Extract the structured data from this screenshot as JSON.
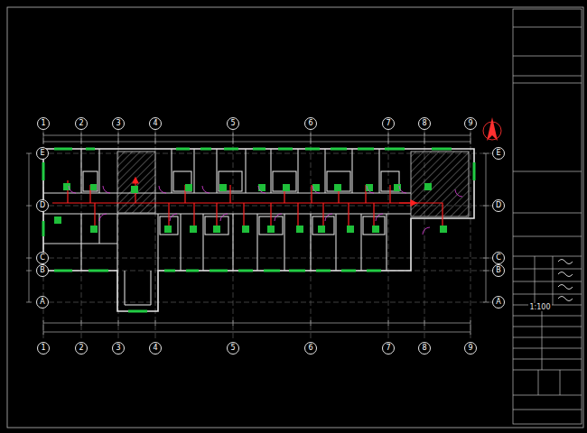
{
  "diagram": {
    "nodes": [
      {
        "text": [
          "1"
        ]
      },
      {
        "text": [
          "2"
        ]
      },
      {
        "text": [
          "3"
        ]
      },
      {
        "text": [
          "4"
        ]
      },
      {
        "text": [
          "5"
        ]
      },
      {
        "text": [
          "6"
        ]
      },
      {
        "text": [
          "7"
        ]
      },
      {
        "text": [
          "8"
        ]
      },
      {
        "text": [
          "9"
        ]
      },
      {
        "text": [
          "E"
        ]
      },
      {
        "text": [
          "E"
        ]
      },
      {
        "text": [
          "D"
        ]
      },
      {
        "text": [
          "D"
        ]
      },
      {
        "text": [
          "C"
        ]
      },
      {
        "text": [
          "C"
        ]
      },
      {
        "text": [
          "B"
        ]
      },
      {
        "text": [
          "B"
        ]
      },
      {
        "text": [
          "A"
        ]
      },
      {
        "text": [
          "A"
        ]
      },
      {
        "text": [
          "1"
        ]
      },
      {
        "text": [
          "2"
        ]
      },
      {
        "text": [
          "3"
        ]
      },
      {
        "text": [
          "4"
        ]
      },
      {
        "text": [
          "5"
        ]
      },
      {
        "text": [
          "6"
        ]
      },
      {
        "text": [
          "7"
        ]
      },
      {
        "text": [
          "8"
        ]
      },
      {
        "text": [
          "9"
        ]
      }
    ],
    "labels": [
      "1:100"
    ]
  }
}
